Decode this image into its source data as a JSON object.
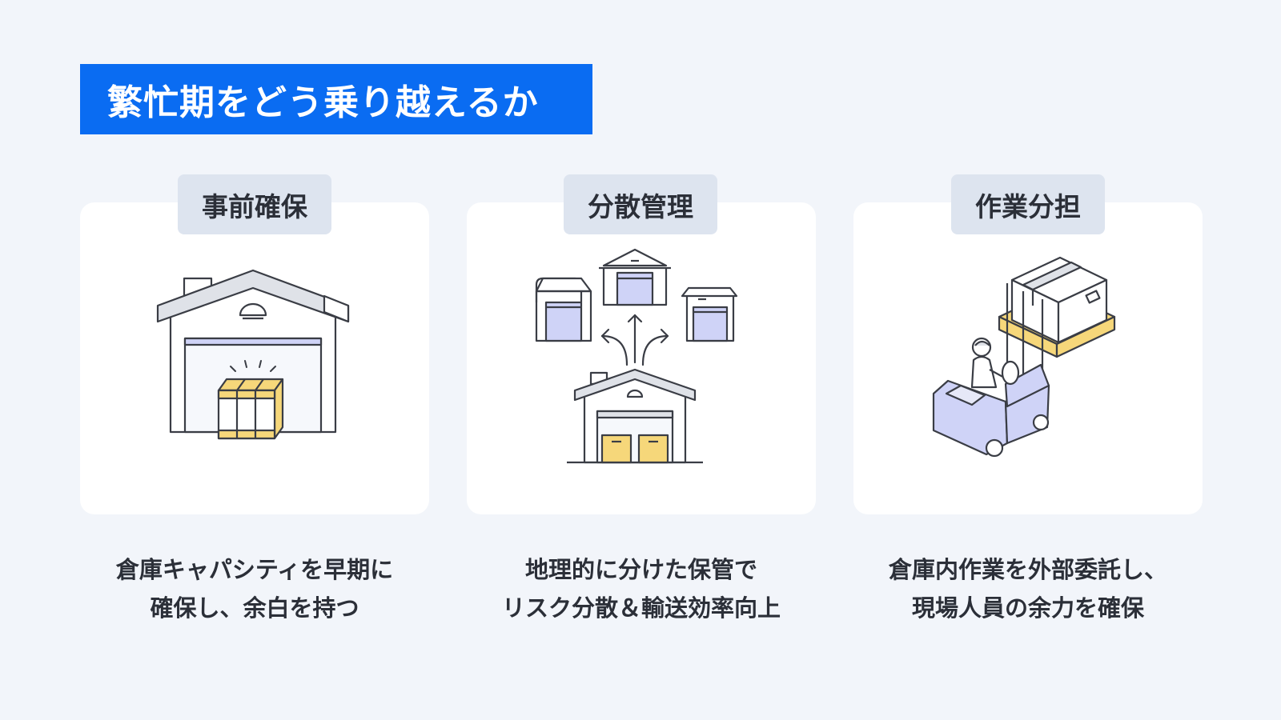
{
  "title": "繁忙期をどう乗り越えるか",
  "colors": {
    "accent": "#0a6cf2",
    "background": "#f2f5fa",
    "tag_bg": "#dde4ef",
    "stroke": "#3a3d45",
    "lavender": "#cfd3f7",
    "yellow": "#f6d77a"
  },
  "cards": [
    {
      "label": "事前確保",
      "icon": "warehouse-with-goods-icon",
      "desc_lines": [
        "倉庫キャパシティを早期に",
        "確保し、余白を持つ"
      ]
    },
    {
      "label": "分散管理",
      "icon": "distributed-warehouses-icon",
      "desc_lines": [
        "地理的に分けた保管で",
        "リスク分散＆輸送効率向上"
      ]
    },
    {
      "label": "作業分担",
      "icon": "forklift-operator-icon",
      "desc_lines": [
        "倉庫内作業を外部委託し、",
        "現場人員の余力を確保"
      ]
    }
  ]
}
